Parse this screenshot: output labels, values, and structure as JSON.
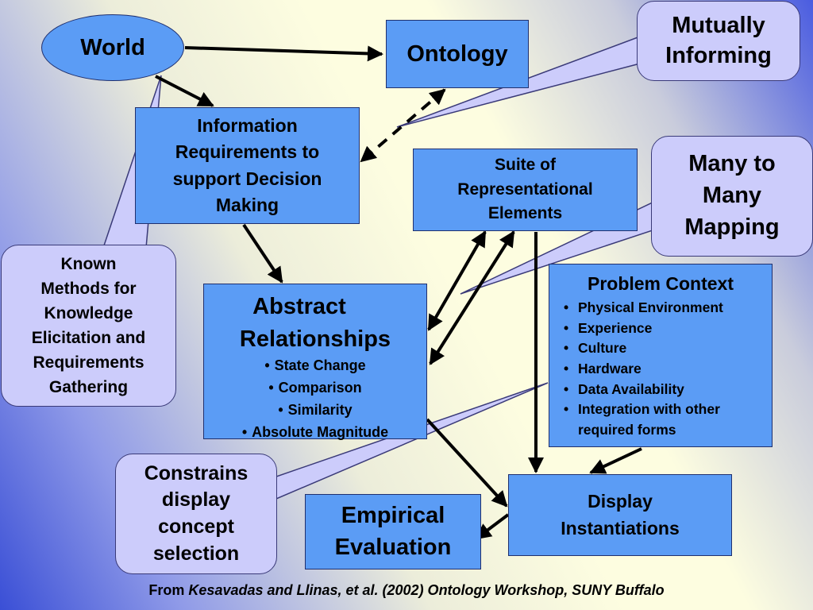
{
  "nodes": {
    "world": "World",
    "ontology": "Ontology",
    "info_requirements": [
      "Information",
      "Requirements to",
      "support Decision",
      "Making"
    ],
    "suite": [
      "Suite of",
      "Representational",
      "Elements"
    ],
    "abstract": {
      "title_lines": [
        "Abstract",
        "Relationships"
      ],
      "items": [
        "State Change",
        "Comparison",
        "Similarity",
        "Absolute Magnitude"
      ]
    },
    "problem_context": {
      "title": "Problem Context",
      "items": [
        "Physical Environment",
        "Experience",
        "Culture",
        "Hardware",
        "Data Availability",
        "Integration with other required forms"
      ]
    },
    "empirical": [
      "Empirical",
      "Evaluation"
    ],
    "display": [
      "Display",
      "Instantiations"
    ]
  },
  "callouts": {
    "mutually": [
      "Mutually",
      "Informing"
    ],
    "many": [
      "Many to",
      "Many",
      "Mapping"
    ],
    "known": [
      "Known",
      "Methods for",
      "Knowledge",
      "Elicitation and",
      "Requirements",
      "Gathering"
    ],
    "constrains": [
      "Constrains",
      "display",
      "concept",
      "selection"
    ]
  },
  "footer": {
    "prefix": "From",
    "citation": "Kesavadas and Llinas, et al. (2002) Ontology Workshop, SUNY Buffalo"
  },
  "colors": {
    "box_fill": "#5b9cf5",
    "callout_fill": "#ccccfb",
    "line": "#000000"
  }
}
